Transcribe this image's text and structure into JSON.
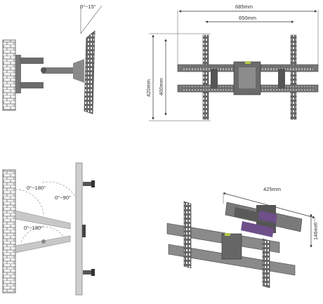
{
  "tilt_view": {
    "tilt_label": "0°~15°"
  },
  "front_view": {
    "width_outer": "685mm",
    "width_inner": "650mm",
    "height_outer": "420mm",
    "height_inner": "400mm"
  },
  "swivel_view": {
    "arm_angle_1": "0°~180°",
    "arm_angle_2": "0°~90°",
    "arm_angle_3": "0°~180°"
  },
  "iso_view": {
    "extension_label": "425mm",
    "depth_label": "146mm"
  }
}
